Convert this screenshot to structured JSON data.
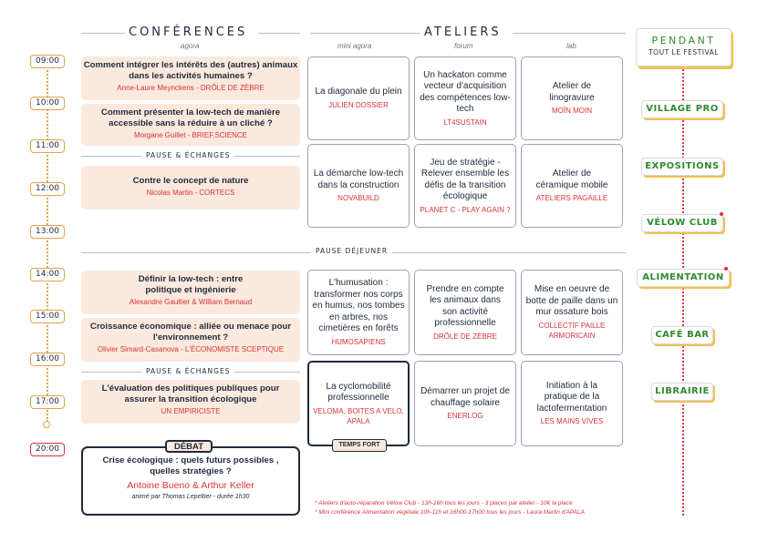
{
  "headers": {
    "conferences": "CONFÉRENCES",
    "conferences_sub": "agora",
    "ateliers": "ATELIERS",
    "col1_sub": "mini agora",
    "col2_sub": "forum",
    "col3_sub": "lab"
  },
  "times": [
    "09:00",
    "10:00",
    "11:00",
    "12:00",
    "13:00",
    "14:00",
    "15:00",
    "16:00",
    "17:00",
    "20:00"
  ],
  "pauses": {
    "p1": "PAUSE & ÉCHANGES",
    "dejeuner": "PAUSE DÉJEUNER",
    "p2": "PAUSE & ÉCHANGES"
  },
  "conferences": [
    {
      "title": "Comment intégrer les intérêts des (autres) animaux dans les activités humaines ?",
      "speaker": "Anne-Laure Meynckens - DRÔLE DE ZÈBRE"
    },
    {
      "title": "Comment présenter la low-tech de manière accessible sans la réduire à un cliché ?",
      "speaker": "Morgane Guillet - BRIEF.SCIENCE"
    },
    {
      "title": "Contre le concept de nature",
      "speaker": "Nicolas Martin - CORTECS"
    },
    {
      "title": "Définir la low-tech : entre politique et ingénierie",
      "speaker": "Alexandre Gaultier & William Bernaud"
    },
    {
      "title": "Croissance économique : alliée ou menace pour l'environnement ?",
      "speaker": "Olivier Simard-Casanova - L'ÉCONOMISTE SCEPTIQUE"
    },
    {
      "title": "L'évaluation des politiques publiques pour assurer la transition écologique",
      "speaker": "UN EMPIRICISTE"
    }
  ],
  "debat": {
    "badge": "DÉBAT",
    "title": "Crise écologique : quels futurs possibles , quelles stratégies ?",
    "speakers": "Antoine Bueno & Arthur Keller",
    "moderator": "animé par Thomas Lepeltier - durée 1h30"
  },
  "ateliers": [
    {
      "title": "La diagonale du plein",
      "org": "JULIEN DOSSIER"
    },
    {
      "title": "Un hackaton comme vecteur d'acquisition des compétences low-tech",
      "org": "LT4SUSTAIN"
    },
    {
      "title": "Atelier de linogravure",
      "org": "MOÏN MOIN"
    },
    {
      "title": "La démarche low-tech dans la construction",
      "org": "NOVABUILD"
    },
    {
      "title": "Jeu de stratégie - Relever ensemble les défis de la transition écologique",
      "org": "PLANET C - PLAY AGAIN ?"
    },
    {
      "title": "Atelier de céramique mobile",
      "org": "ATELIERS PAGAILLE"
    },
    {
      "title": "L'humusation : transformer nos corps en humus, nos tombes en arbres, nos cimetières en forêts",
      "org": "HUMOSAPIENS"
    },
    {
      "title": "Prendre en compte les animaux dans son activité professionnelle",
      "org": "DRÔLE DE ZÈBRE"
    },
    {
      "title": "Mise en oeuvre de botte de paille dans un mur ossature bois",
      "org": "COLLECTIF PAILLE ARMORICAIN"
    },
    {
      "title": "La cyclomobilité professionnelle",
      "org": "VELOMA, BOITES A VELO, APALA"
    },
    {
      "title": "Démarrer un projet de chauffage solaire",
      "org": "ENERLOG"
    },
    {
      "title": "Initiation à la pratique de la lactofermentation",
      "org": "LES MAINS VIVES"
    }
  ],
  "temps_fort": "TEMPS FORT",
  "pendant": {
    "title": "PENDANT",
    "sub": "TOUT LE FESTIVAL"
  },
  "festival_items": [
    "VILLAGE PRO",
    "EXPOSITIONS",
    "VÉLOW CLUB",
    "ALIMENTATION",
    "CAFÉ BAR",
    "LIBRAIRIE"
  ],
  "footnotes": [
    "* Ateliers d'auto-réparation Vélow Club - 13h-16h tous les jours - 3 places par atelier - 10€ la place",
    "* Mini conférence Alimentation végétale 10h-11h et 16h00-17h00 tous les jours - Laura Martin d'APALA"
  ],
  "colors": {
    "accent_red": "#d8323a",
    "orange": "#e3a24a",
    "navy": "#1f2a3c",
    "green": "#2f8a2f",
    "peach": "#fbe9dd",
    "yellow": "#f2c14e"
  }
}
